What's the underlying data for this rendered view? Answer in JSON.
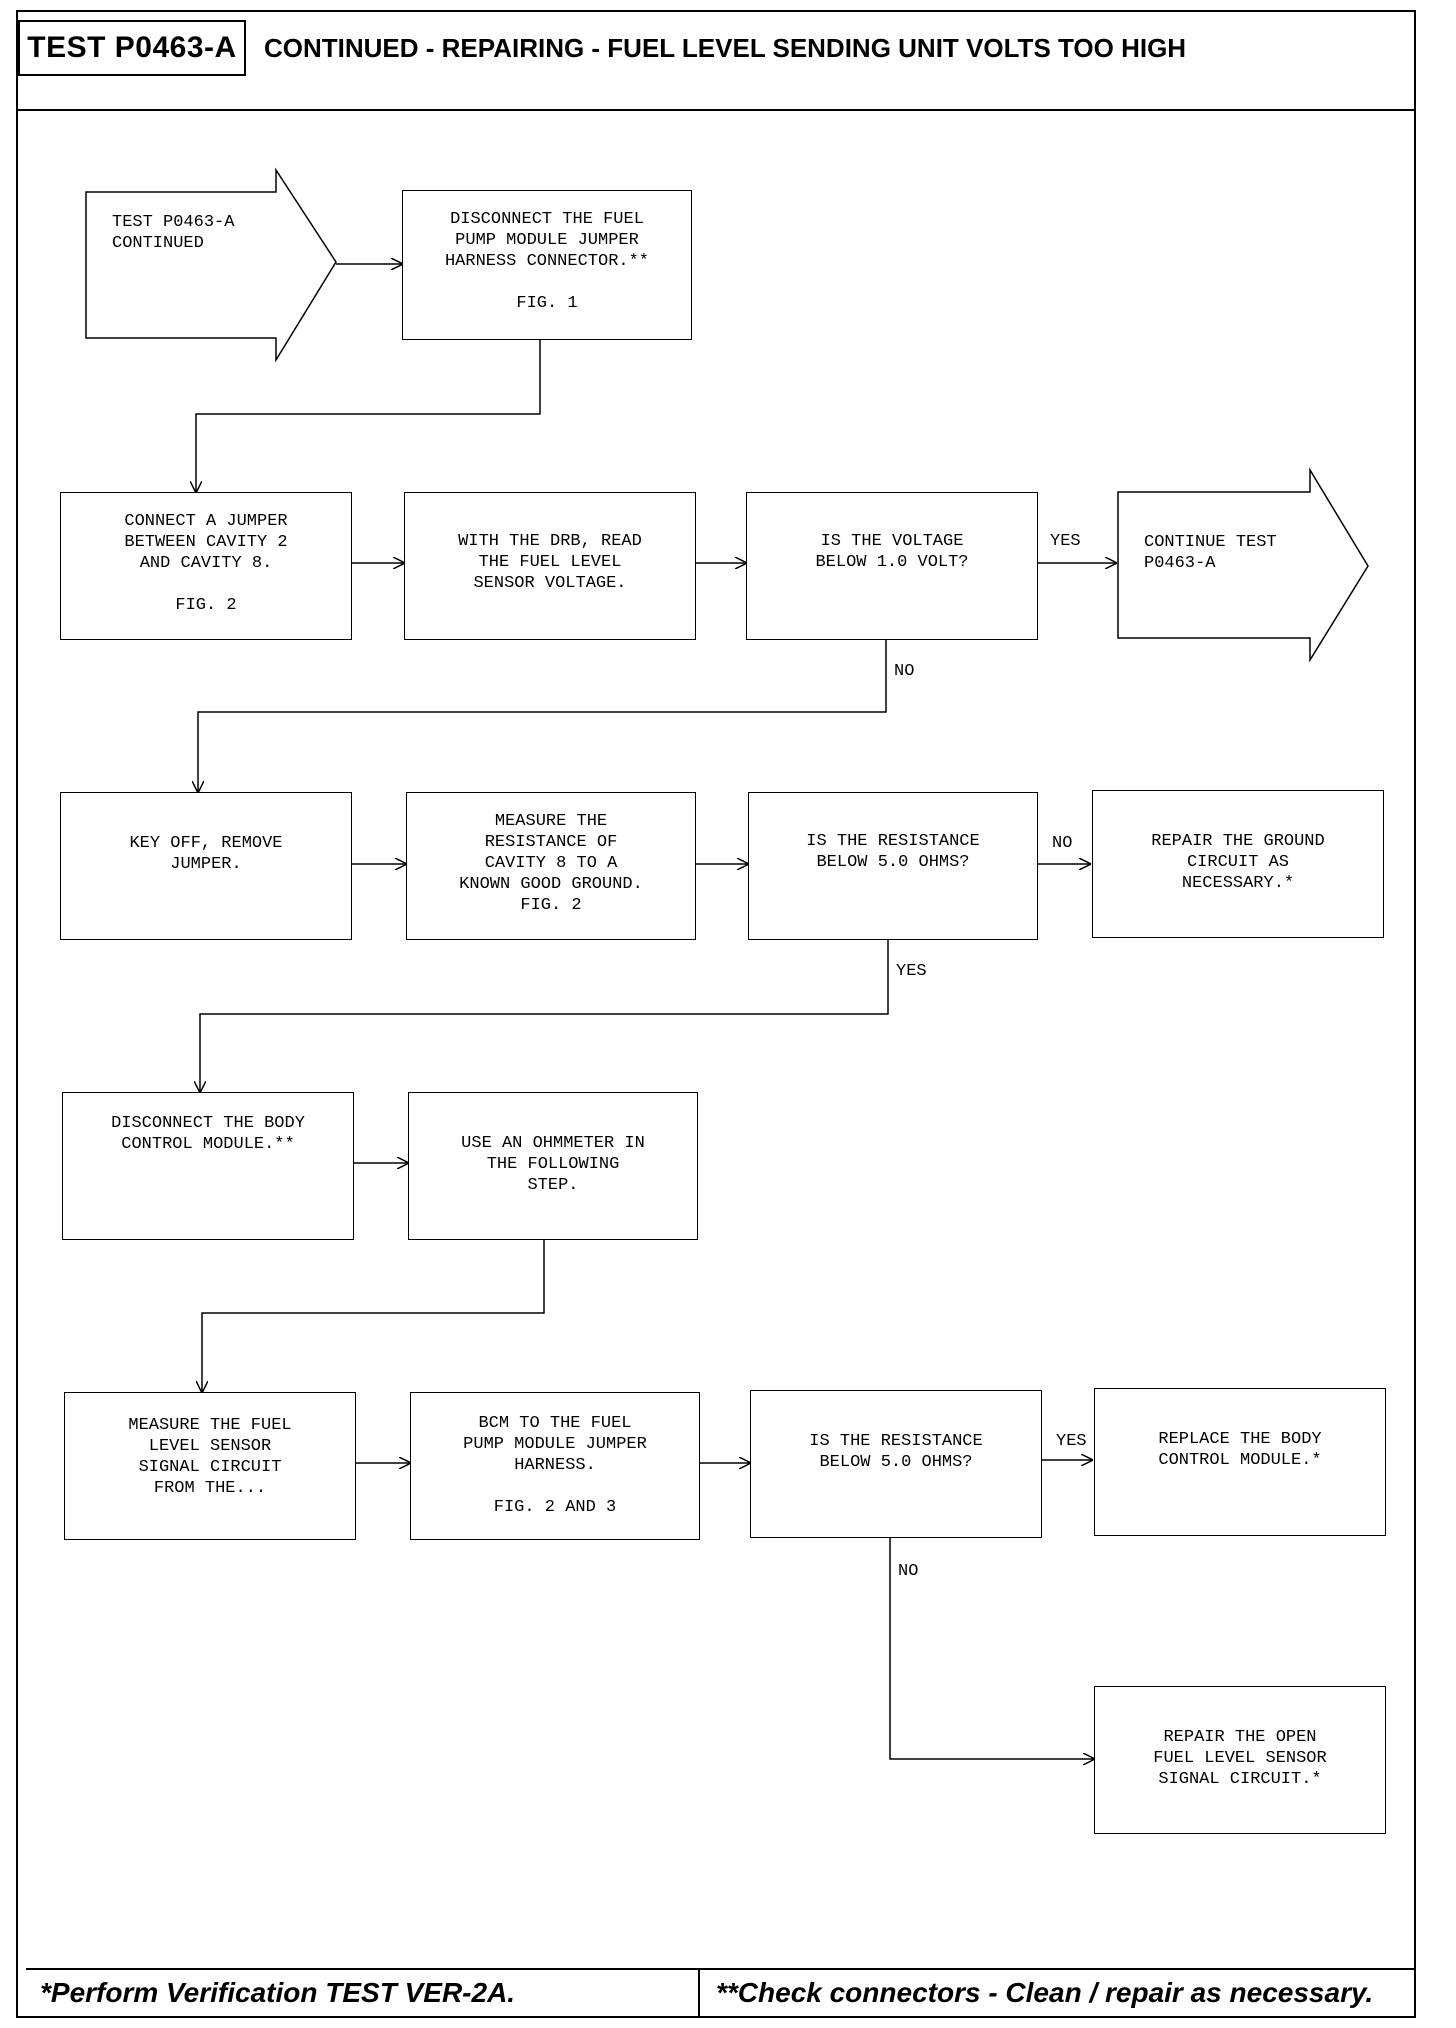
{
  "header": {
    "test_id": "TEST P0463-A",
    "title": "CONTINUED - REPAIRING - FUEL LEVEL SENDING UNIT VOLTS TOO HIGH"
  },
  "flow": {
    "start": "TEST P0463-A\nCONTINUED",
    "disconnect_jumper": "DISCONNECT THE FUEL\nPUMP MODULE JUMPER\nHARNESS CONNECTOR.**\n\nFIG. 1",
    "connect_jumper": "CONNECT A JUMPER\nBETWEEN CAVITY 2\nAND CAVITY 8.\n\nFIG. 2",
    "read_voltage": "WITH THE DRB, READ\nTHE FUEL LEVEL\nSENSOR VOLTAGE.",
    "voltage_question": "IS THE VOLTAGE\nBELOW 1.0 VOLT?",
    "continue_test": "CONTINUE TEST\nP0463-A",
    "key_off": "KEY OFF, REMOVE\nJUMPER.",
    "measure_resistance": "MEASURE THE\nRESISTANCE OF\nCAVITY 8 TO A\nKNOWN GOOD GROUND.\nFIG. 2",
    "resistance_question_1": "IS THE RESISTANCE\nBELOW 5.0 OHMS?",
    "repair_ground": "REPAIR THE GROUND\nCIRCUIT AS\nNECESSARY.*",
    "disconnect_bcm": "DISCONNECT THE BODY\nCONTROL MODULE.**",
    "use_ohmmeter": "USE AN OHMMETER IN\nTHE FOLLOWING\nSTEP.",
    "measure_signal": "MEASURE THE FUEL\nLEVEL SENSOR\nSIGNAL CIRCUIT\nFROM THE...",
    "bcm_to_pump": "BCM TO THE FUEL\nPUMP MODULE JUMPER\nHARNESS.\n\nFIG. 2 AND 3",
    "resistance_question_2": "IS THE RESISTANCE\nBELOW 5.0 OHMS?",
    "replace_bcm": "REPLACE THE BODY\nCONTROL MODULE.*",
    "repair_open": "REPAIR THE OPEN\nFUEL LEVEL SENSOR\nSIGNAL CIRCUIT.*"
  },
  "labels": {
    "yes_1": "YES",
    "no_1": "NO",
    "no_2": "NO",
    "yes_2": "YES",
    "yes_3": "YES",
    "no_3": "NO"
  },
  "footer": {
    "left": "*Perform Verification TEST VER-2A.",
    "right": "**Check connectors - Clean / repair as necessary."
  }
}
